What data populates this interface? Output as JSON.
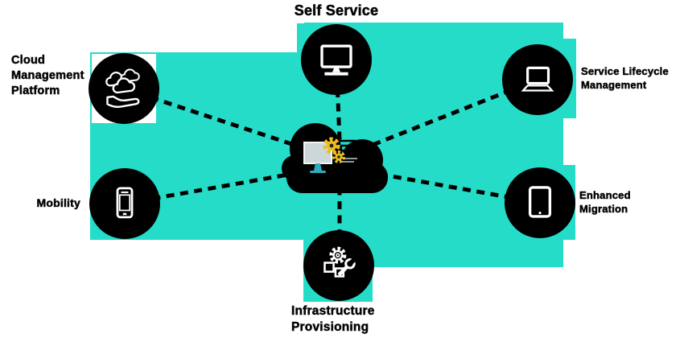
{
  "diagram": {
    "colors": {
      "accent": "#24dcc8",
      "ink": "#000000",
      "gear_yellow": "#eebc1e",
      "screen_gray": "#ccd7da",
      "stand_teal": "#2fa9bd",
      "speed_gray": "#8a9a9e"
    },
    "center": {
      "name": "cloud-automation-hub",
      "icon": "cloud-with-monitor-and-gears-icon"
    },
    "nodes": [
      {
        "id": "self-service",
        "icon": "desktop-monitor-icon",
        "label_lines": [
          "Self Service"
        ]
      },
      {
        "id": "cloud-management-platform",
        "icon": "clouds-in-hand-icon",
        "label_lines": [
          "Cloud",
          "Management",
          "Platform"
        ]
      },
      {
        "id": "service-lifecycle-management",
        "icon": "laptop-icon",
        "label_lines": [
          "Service Lifecycle",
          "Management"
        ]
      },
      {
        "id": "mobility",
        "icon": "smartphone-icon",
        "label_lines": [
          "Mobility"
        ]
      },
      {
        "id": "enhanced-migration",
        "icon": "tablet-icon",
        "label_lines": [
          "Enhanced",
          "Migration"
        ]
      },
      {
        "id": "infrastructure-provisioning",
        "icon": "gears-and-wrench-icon",
        "label_lines": [
          "Infrastructure",
          "Provisioning"
        ]
      }
    ]
  }
}
